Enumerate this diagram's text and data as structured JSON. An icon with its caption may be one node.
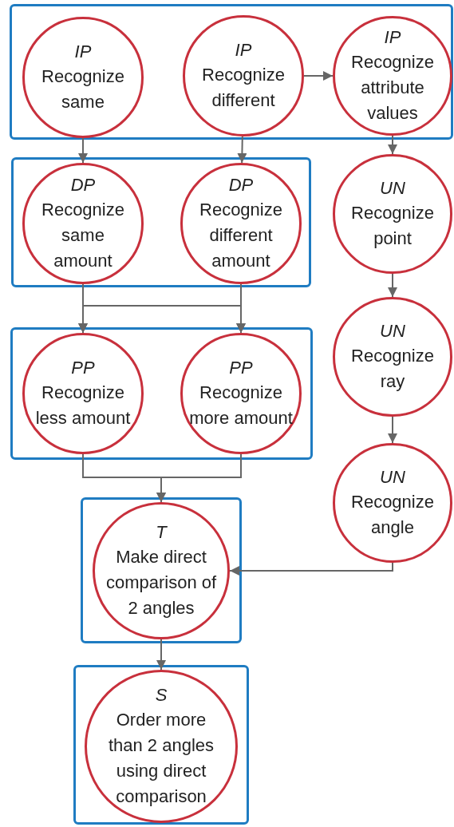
{
  "diagram": {
    "nodes": [
      {
        "text": [],
        "shape": "box"
      },
      {
        "text": [
          "IP",
          "Recognize same"
        ],
        "in": 0
      },
      {
        "text": [
          "IP",
          "Recognize different"
        ],
        "in": 0
      },
      {
        "text": [
          "IP",
          "Recognize attribute values"
        ],
        "in": 0
      },
      {
        "text": [],
        "shape": "box"
      },
      {
        "text": [
          "DP",
          "Recognize same amount"
        ],
        "in": 4
      },
      {
        "text": [
          "DP",
          "Recognize different amount"
        ],
        "in": 4
      },
      {
        "text": [
          "UN",
          "Recognize point"
        ]
      },
      {
        "text": [],
        "shape": "box"
      },
      {
        "text": [
          "PP",
          "Recognize less amount"
        ],
        "in": 8
      },
      {
        "text": [
          "PP",
          "Recognize more amount"
        ],
        "in": 8
      },
      {
        "text": [
          "UN",
          "Recognize ray"
        ]
      },
      {
        "text": [
          "UN",
          "Recognize angle"
        ]
      },
      {
        "text": [],
        "shape": "box"
      },
      {
        "text": [
          "T",
          "Make direct comparison of 2 angles"
        ],
        "in": 13
      },
      {
        "text": [],
        "shape": "box"
      },
      {
        "text": [
          "S",
          "Order more than 2 angles using direct comparison"
        ],
        "in": 15
      }
    ],
    "edges": [
      {
        "from": 1,
        "to": 5,
        "arrow": "to"
      },
      {
        "from": 2,
        "to": 6,
        "arrow": "to"
      },
      {
        "from": 2,
        "to": 3,
        "arrow": "to"
      },
      {
        "from": 3,
        "to": 7,
        "arrow": "to"
      },
      {
        "from": 5,
        "to": 9,
        "arrow": "to"
      },
      {
        "from": 5,
        "to": 10,
        "arrow": "to"
      },
      {
        "from": 6,
        "to": 9,
        "arrow": "to"
      },
      {
        "from": 6,
        "to": 10,
        "arrow": "to"
      },
      {
        "from": 7,
        "to": 11,
        "arrow": "to"
      },
      {
        "from": 9,
        "to": 14,
        "arrow": "to"
      },
      {
        "from": 10,
        "to": 14,
        "arrow": "to"
      },
      {
        "from": 11,
        "to": 12,
        "arrow": "to"
      },
      {
        "from": 12,
        "to": 14,
        "arrow": "to"
      },
      {
        "from": 14,
        "to": 16,
        "arrow": "to"
      }
    ]
  }
}
